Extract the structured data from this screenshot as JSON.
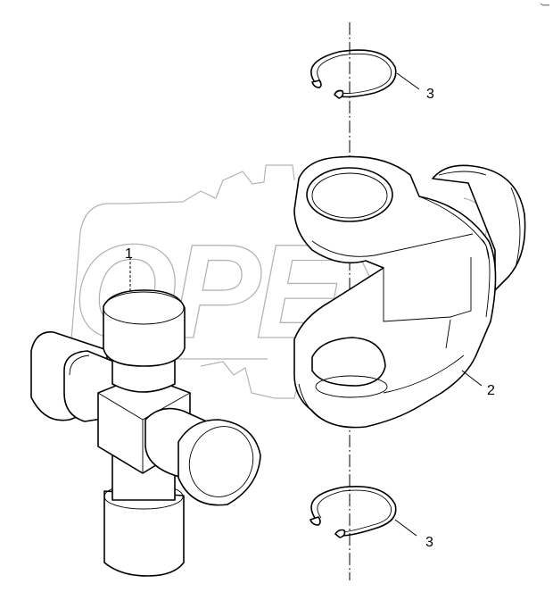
{
  "diagram": {
    "type": "exploded-parts-view",
    "subject": "universal joint assembly",
    "watermark": {
      "text": "OPEX",
      "color": "#b4b4b4"
    },
    "line_color": "#000000",
    "background": "#ffffff",
    "parts": [
      {
        "id": "part-1",
        "callout": "1",
        "name": "cross-spider"
      },
      {
        "id": "part-2",
        "callout": "2",
        "name": "yoke"
      },
      {
        "id": "part-3-top",
        "callout": "3",
        "name": "circlip"
      },
      {
        "id": "part-3-bottom",
        "callout": "3",
        "name": "circlip"
      }
    ]
  }
}
